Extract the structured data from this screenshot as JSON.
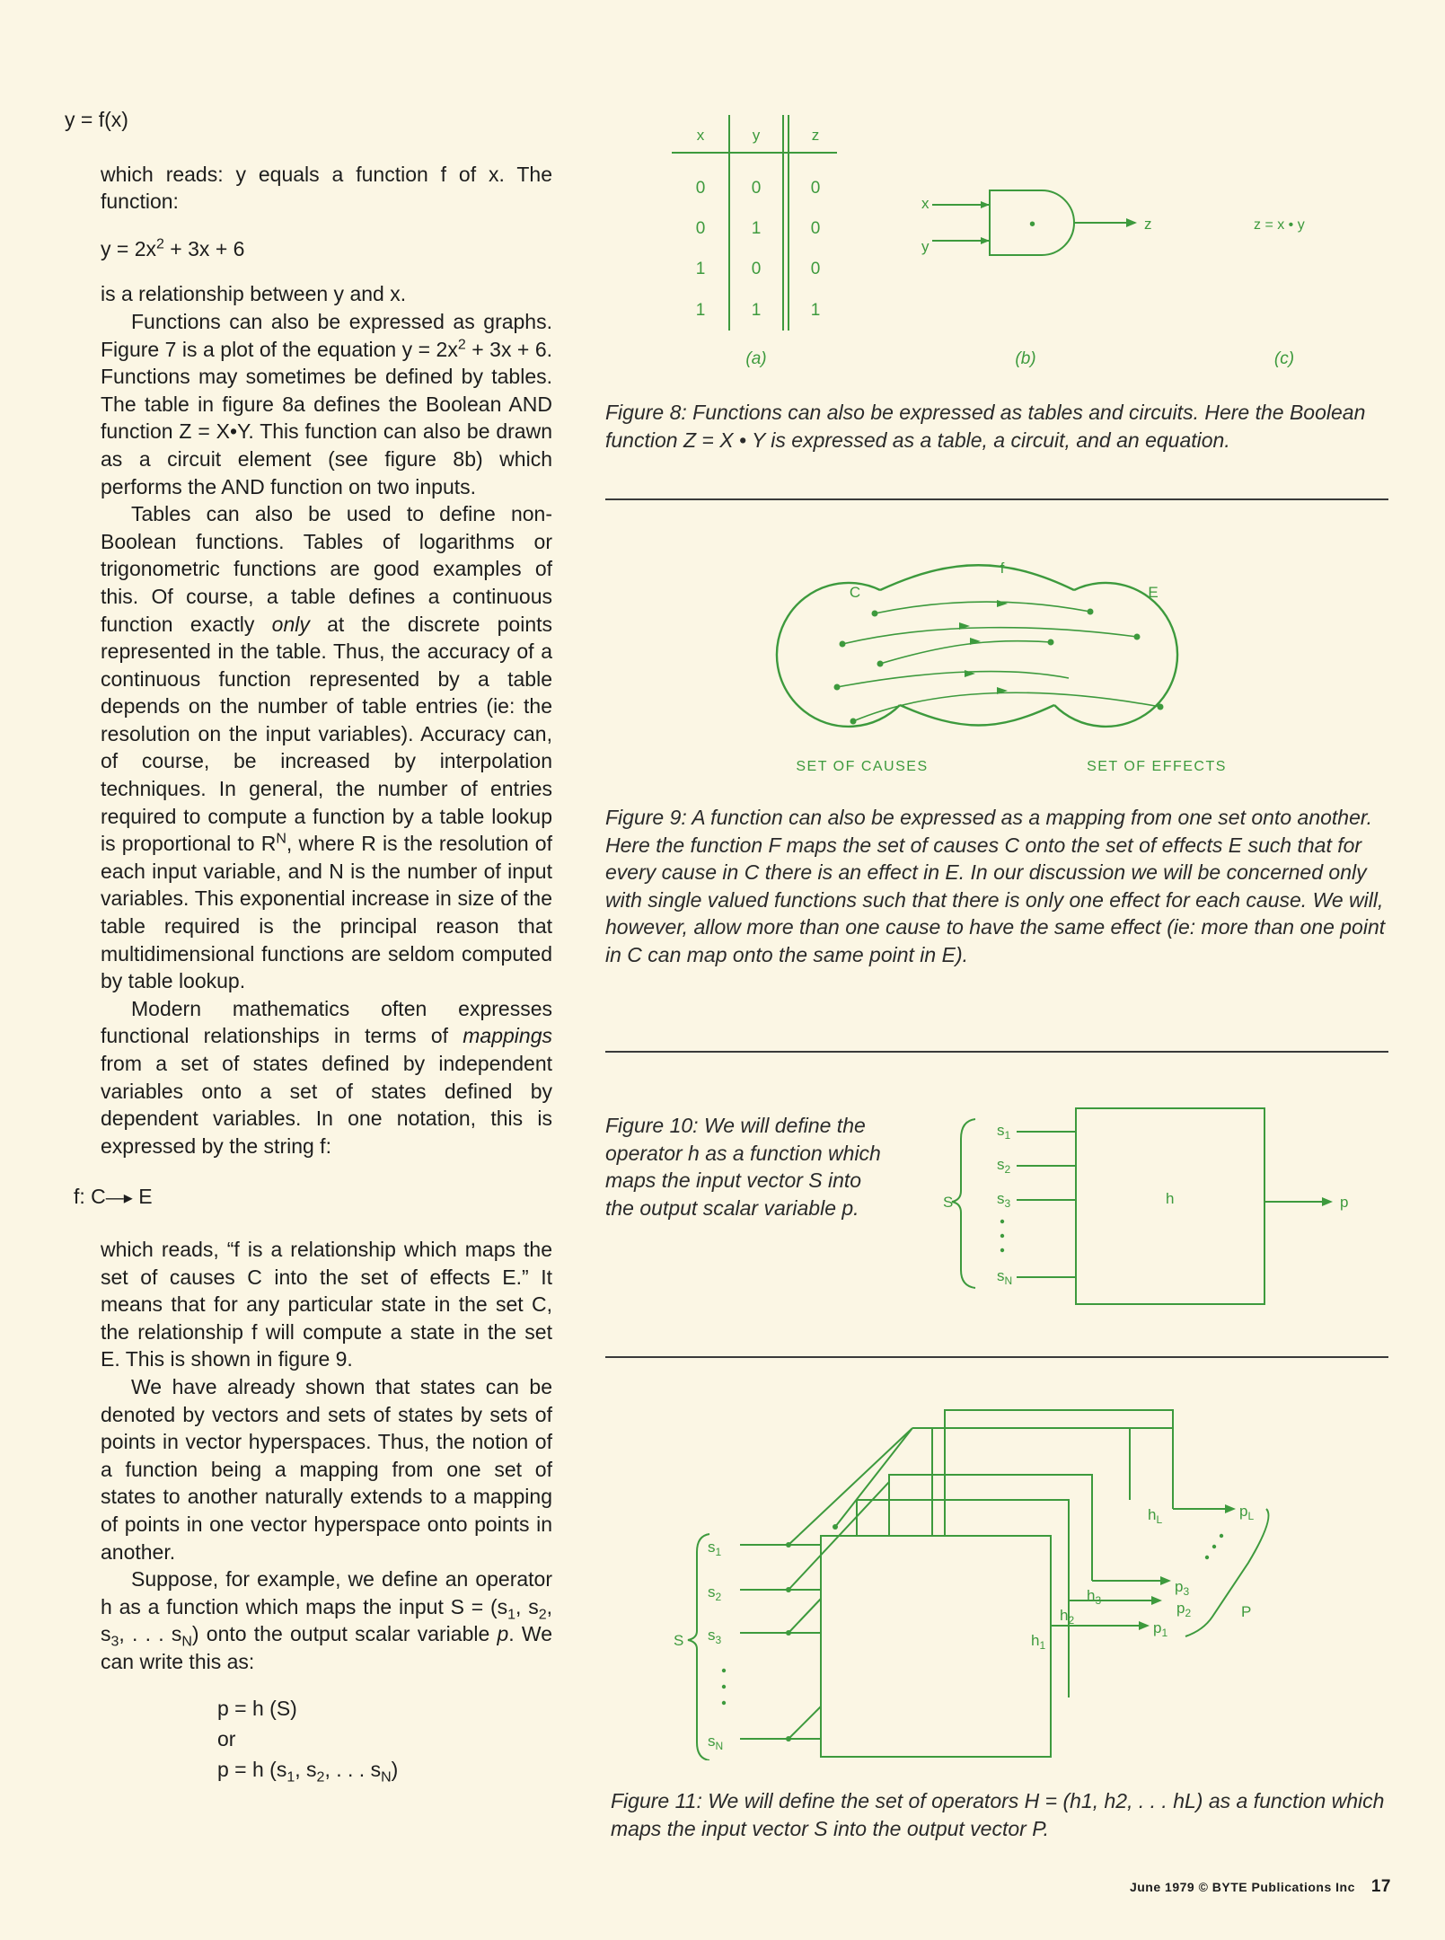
{
  "left_column": {
    "eq1": "y = f(x)",
    "p1": "which reads: y equals a function f of x. The function:",
    "eq2": {
      "a": "y = 2x",
      "sup": "2",
      "b": " + 3x + 6"
    },
    "p2": "is a relationship between y and x.",
    "p3": {
      "a": "Functions can also be expressed as graphs. Figure 7 is a plot of the equation y = 2x",
      "sup": "2",
      "b": " + 3x + 6. Functions may sometimes be defined by tables. The table in figure 8a defines the Boolean AND function Z = X•Y. This function can also be drawn as a circuit element (see figure 8b) which performs the AND function on two inputs."
    },
    "p4": {
      "a": "Tables can also be used to define non-Boolean functions. Tables of logarithms or trigonometric functions are good examples of this. Of course, a table defines a continuous function exactly ",
      "em": "only",
      "b": " at the discrete points represented in the table. Thus, the accuracy of a continuous function represented by a table depends on the number of table entries (ie: the resolution on the input variables). Accuracy can, of course, be increased by interpolation techniques. In general, the number of entries required to compute a function by a table lookup is proportional to R",
      "sup": "N",
      "c": ", where R is the resolution of each input variable, and N is the number of input variables. This exponential increase in size of the table required is the principal reason that multidimensional functions are seldom computed by table lookup."
    },
    "p5": {
      "a": "Modern mathematics often expresses functional relationships in terms of ",
      "em": "mappings",
      "b": " from a set of states defined by independent variables onto a set of states defined by dependent variables. In one notation, this is expressed by the string f:"
    },
    "eq3": {
      "a": "f: C",
      "b": " E"
    },
    "p6": "which reads, “f is a relationship which maps the set of causes C into the set of effects E.” It means that for any particular state in the set C, the relationship f will compute a state in the set E. This is shown in figure 9.",
    "p7": "We have already shown that states can be denoted by vectors and sets of states by sets of points in vector hyperspaces. Thus, the notion of a function being a mapping from one set of states to another naturally extends to a mapping of points in one vector hyperspace onto points in another.",
    "p8": {
      "a": "Suppose, for example, we define an operator h as a function which maps the input S = (s",
      "s1": "1",
      "b": ", s",
      "s2": "2",
      "c": ", s",
      "s3": "3",
      "d": ", . . . s",
      "sN": "N",
      "e": ") onto the output scalar variable ",
      "em": "p",
      "f": ". We can write this as:"
    },
    "eq4": "p = h (S)",
    "eq_or": "or",
    "eq5": {
      "a": "p = h (s",
      "s1": "1",
      "b": ", s",
      "s2": "2",
      "c": ", . . . s",
      "sN": "N",
      "d": ")"
    }
  },
  "fig8": {
    "headers": [
      "x",
      "y",
      "z"
    ],
    "rows": [
      [
        "0",
        "0",
        "0"
      ],
      [
        "0",
        "1",
        "0"
      ],
      [
        "1",
        "0",
        "0"
      ],
      [
        "1",
        "1",
        "1"
      ]
    ],
    "gate_in_x": "x",
    "gate_in_y": "y",
    "gate_dot": "•",
    "gate_out": "z",
    "equation": "z = x • y",
    "labels": [
      "(a)",
      "(b)",
      "(c)"
    ],
    "caption": "Figure 8: Functions can also be expressed as tables and circuits. Here the Boolean function Z = X • Y is expressed as a table, a circuit, and an equation."
  },
  "fig9": {
    "f_label": "f",
    "c_label": "C",
    "e_label": "E",
    "causes": "SET OF CAUSES",
    "effects": "SET OF EFFECTS",
    "caption": "Figure 9: A function can also be expressed as a mapping from one set onto another. Here the function F maps the set of causes C onto the set of effects E such that for every cause in C there is an effect in E. In our discussion we will be concerned only with single valued functions such that there is only one effect for each cause. We will, however, allow more than one cause to have the same effect (ie: more than one point in C can map onto the same point in E)."
  },
  "fig10": {
    "caption": "Figure 10: We will define the operator h as a function which maps the input vector S into the output scalar variable p.",
    "inputs": [
      "s1",
      "s2",
      "s3",
      "sN"
    ],
    "S": "S",
    "h": "h",
    "p": "p"
  },
  "fig11": {
    "caption": "Figure 11: We will define the set of operators H = (h1, h2, . . . hL) as a function which maps the input vector S into the output vector P.",
    "S": "S",
    "P": "P"
  },
  "footer": {
    "text": "June 1979 © BYTE Publications Inc",
    "page": "17"
  },
  "colors": {
    "diagram": "#3d9a3d",
    "text": "#1d1d1d",
    "paper": "#fbf6e4"
  }
}
